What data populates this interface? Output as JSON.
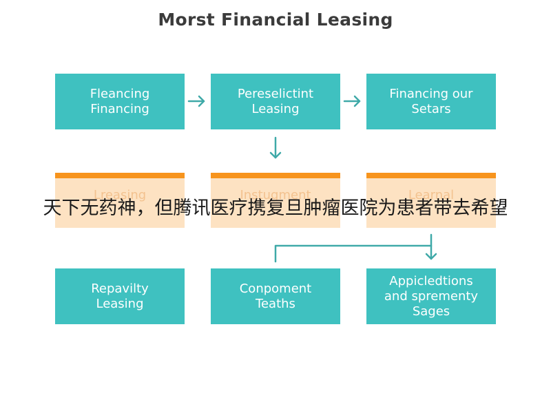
{
  "title": "Morst Financial Leasing",
  "row1": [
    {
      "line1": "Fleancing",
      "line2": "Financing"
    },
    {
      "line1": "Pereselictint",
      "line2": "Leasing"
    },
    {
      "line1": "Financing our",
      "line2": "Setars"
    }
  ],
  "row2": [
    {
      "line1": "Lreasing",
      "line2": ""
    },
    {
      "line1": "Instugment",
      "line2": ""
    },
    {
      "line1": "Learnal",
      "line2": ""
    }
  ],
  "row3": [
    {
      "line1": "Repavilty",
      "line2": "Leasing",
      "line3": ""
    },
    {
      "line1": "Conpoment",
      "line2": "Teaths",
      "line3": ""
    },
    {
      "line1": "Appicledtions",
      "line2": "and sprementy",
      "line3": "Sages"
    }
  ],
  "overlay_text": "天下无药神，但腾讯医疗携复旦肿瘤医院为患者带去希望",
  "colors": {
    "teal": "#3fc1c0",
    "peach": "#fde2c2",
    "orange": "#f7941d",
    "arrow": "#3fa9a8"
  }
}
